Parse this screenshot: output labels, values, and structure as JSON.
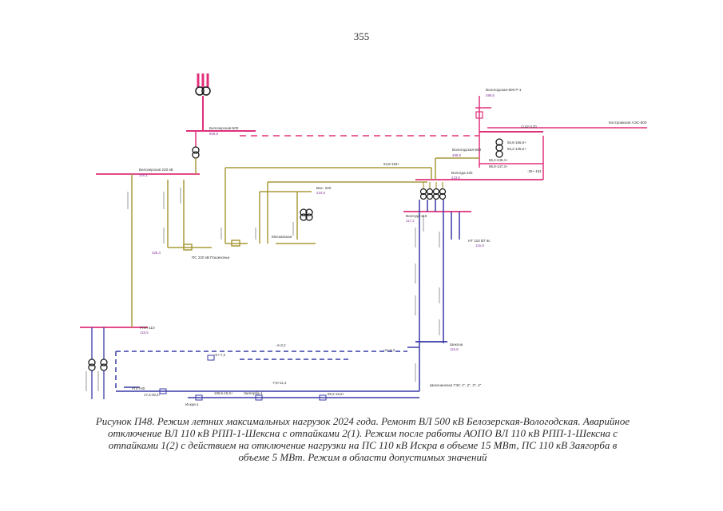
{
  "page_number": "355",
  "caption": {
    "line1": "Рисунок П48. Режим летних максимальных нагрузок 2024 года. Ремонт ВЛ 500 кВ Белозерская-Вологодская. Аварийное",
    "line2": "отключение ВЛ 110 кВ РПП-1-Шексна с отпайками 2(1). Режим после работы АОПО ВЛ 110 кВ РПП-1-Шексна с",
    "line3": "отпайками 1(2) с действием на отключение нагрузки на ПС 110 кВ Искра в объеме 15 МВт, ПС 110 кВ Заягорба в",
    "line4": "объеме 5 МВт. Режим в области допустимых значений"
  },
  "diagram": {
    "colors": {
      "kv500": "#e0307a",
      "kv220": "#a89a3a",
      "kv110": "#3a3aa8",
      "kv_other": "#2a8ab0",
      "flow_label": "#2a9a2a",
      "voltage_label": "#8a3aa0",
      "transformer": "#1a1a1a"
    },
    "buses": {
      "belozerskaya_500": "Белозерская-500",
      "vologodskaya_500": "Вологодская-500 Р-1",
      "vologodskaya_500_b": "Вологодская-500",
      "vologda_220": "Вологда 220",
      "belozerskaya_220": "Белозерская 220 кВ",
      "vas_220": "Вас- 220",
      "kostromskaya_aes": "Костромская АЭС-500",
      "rpp_110": "РПП-110",
      "rpp_60": "РПП-60",
      "vologda_110": "Вологда-110",
      "sheksna": "Шексна",
      "ps_220_poshekhonie": "ПС 220 кВ Пошехонье",
      "iskra": "Искра-1",
      "zayagorba": "Заягорба-1",
      "moskovskaya": "Московская",
      "nt_110": "НТ 110 ВТ 6с",
      "sheksninskaya_ges": "Шекснинская ГЭС 1\", 2\", 3\", 4\""
    },
    "flows": {
      "f1": "ст.42+120",
      "f2": "55,8-156,8+",
      "f3": "56,2-135,8+",
      "f4": "56,2-248,4+",
      "f5": "96,9-147,3+",
      "f6": "63,8-193+",
      "f7": "-25+-161",
      "f8": "17,3-30,4+",
      "f9": "106,5-15,0+",
      "f10": "96,2-16,5+",
      "f11": "-7,8+11,4",
      "f12": "-4+2,2",
      "f13": "-5+-7,2",
      "f14": "-3+-4,3"
    },
    "voltages": {
      "v1": "506,8",
      "v2": "498,6",
      "v3": "489,9",
      "v4": "223,5",
      "v5": "220,1",
      "v6": "225,4",
      "v7": "118,5",
      "v8": "117,2",
      "v9": "116,8",
      "v10": "115,9",
      "v11": "224,8"
    }
  }
}
